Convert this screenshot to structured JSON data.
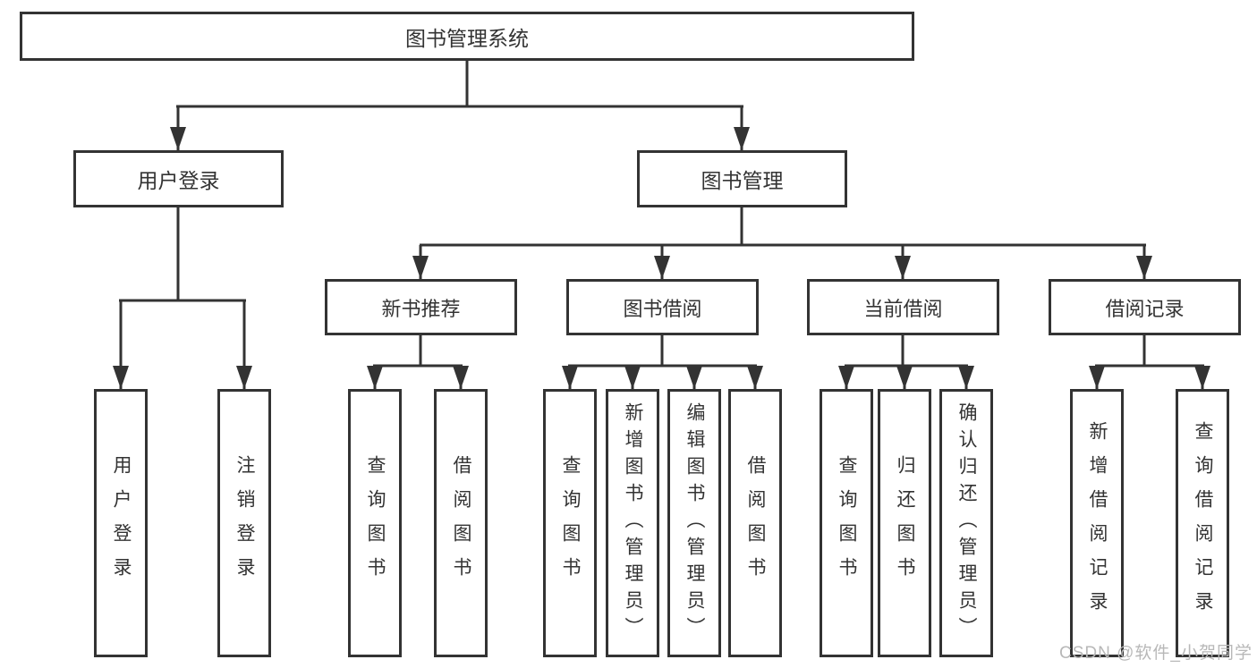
{
  "colors": {
    "line": "#333333",
    "box_border": "#333333",
    "text": "#333333",
    "background": "#ffffff",
    "watermark": "#b8b8b8"
  },
  "watermark": {
    "text": "CSDN @软件_小贺同学"
  },
  "tree": {
    "root": {
      "label": "图书管理系统"
    },
    "branches": [
      {
        "label": "用户登录",
        "children": [
          {
            "label": "用户登录"
          },
          {
            "label": "注销登录"
          }
        ]
      },
      {
        "label": "图书管理",
        "children": [
          {
            "label": "新书推荐",
            "children": [
              {
                "label": "查询图书"
              },
              {
                "label": "借阅图书"
              }
            ]
          },
          {
            "label": "图书借阅",
            "children": [
              {
                "label": "查询图书"
              },
              {
                "label": "新增图书（管理员）"
              },
              {
                "label": "编辑图书（管理员）"
              },
              {
                "label": "借阅图书"
              }
            ]
          },
          {
            "label": "当前借阅",
            "children": [
              {
                "label": "查询图书"
              },
              {
                "label": "归还图书"
              },
              {
                "label": "确认归还（管理员）"
              }
            ]
          },
          {
            "label": "借阅记录",
            "children": [
              {
                "label": "新增借阅记录"
              },
              {
                "label": "查询借阅记录"
              }
            ]
          }
        ]
      }
    ]
  }
}
